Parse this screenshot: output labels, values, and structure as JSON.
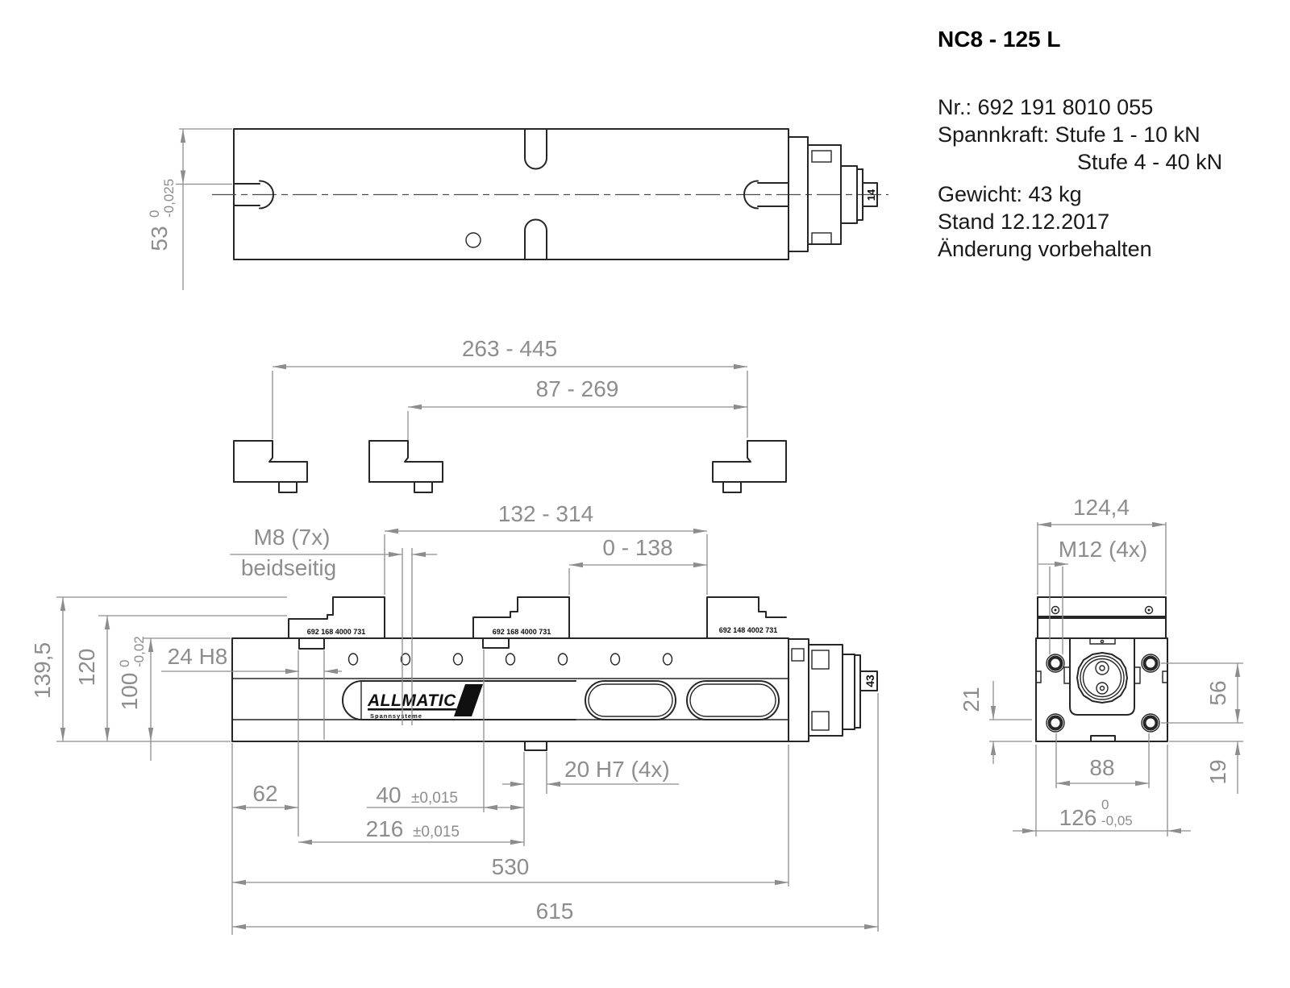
{
  "info": {
    "title": "NC8 - 125 L",
    "line1": "Nr.: 692 191 8010 055",
    "line2": "Spannkraft: Stufe 1 - 10 kN",
    "line3": "Stufe 4 - 40 kN",
    "line4": "Gewicht: 43 kg",
    "line5": "Stand 12.12.2017",
    "line6": "Änderung vorbehalten"
  },
  "logo": {
    "brand": "ALLMATIC",
    "sub": "Spannsysteme"
  },
  "plates": {
    "left": "692 168 4000 731",
    "middle": "692 168 4000 731",
    "right": "692 148 4002 731"
  },
  "dims": {
    "top": {
      "height": "53",
      "tol_up": "0",
      "tol_low": "-0,025",
      "spindle_width": "14"
    },
    "jaws": {
      "outer": "263 - 445",
      "inner": "87 - 269"
    },
    "front": {
      "clamp": "132 - 314",
      "clamp2": "0 - 138",
      "m8": "M8 (7x)",
      "m8b": "beidseitig",
      "groove": "24 H8",
      "h_total": "139,5",
      "h_jaw": "120",
      "h_body": "100",
      "h_body_tol_up": "0",
      "h_body_tol_low": "-0,02",
      "base_edge": "62",
      "key1": "40",
      "key1_tol": "±0,015",
      "key2": "216",
      "key2_tol": "±0,015",
      "key_note": "20 H7 (4x)",
      "len_body": "530",
      "len_total": "615",
      "spindle": "43"
    },
    "side": {
      "w_top": "124,4",
      "m12": "M12 (4x)",
      "left_off": "21",
      "v_space": "56",
      "bottom_off": "19",
      "h_space": "88",
      "w_base": "126",
      "w_base_tol_up": "0",
      "w_base_tol_low": "-0,05"
    }
  }
}
